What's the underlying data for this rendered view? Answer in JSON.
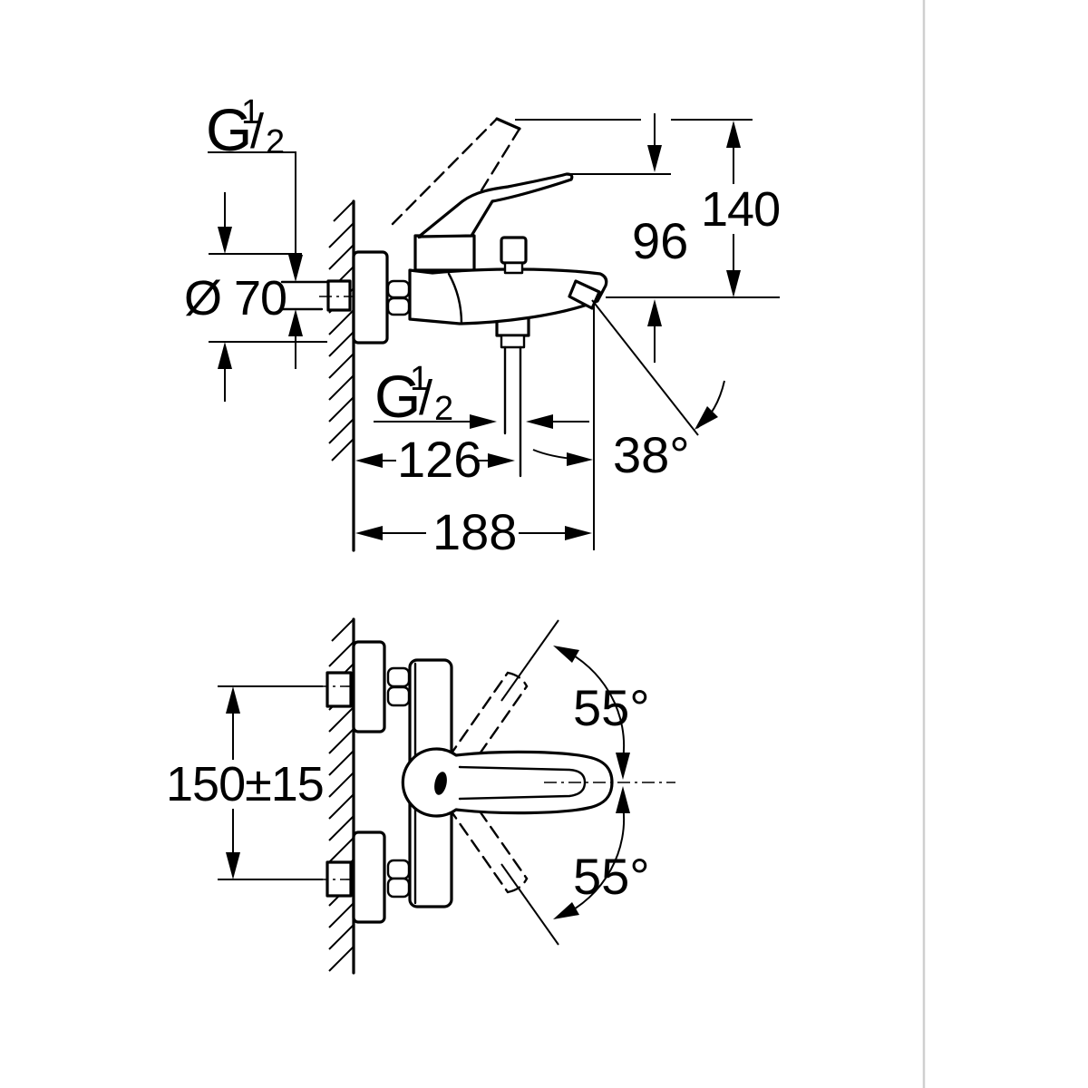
{
  "page": {
    "background": "#ffffff",
    "divider_color": "#cfcfcf",
    "line_color": "#000000",
    "description": "Technical dimension drawing of a wall-mounted single-lever bath mixer tap, side elevation and plan view"
  },
  "side_view": {
    "name": "side elevation",
    "dim_thread_inlet": {
      "g": "G",
      "numerator": "1",
      "fraction_slash": "/",
      "denominator": "2"
    },
    "dim_flange_diameter": "Ø 70",
    "dim_handle_height": "96",
    "dim_overall_height": "140",
    "dim_hose_thread": {
      "g": "G",
      "numerator": "1",
      "fraction_slash": "/",
      "denominator": "2"
    },
    "dim_hose_center_reach": "126",
    "dim_spray_angle": "38°",
    "dim_overall_reach": "188"
  },
  "plan_view": {
    "name": "plan view",
    "dim_inlet_spacing": "150±15",
    "dim_handle_swing_upper": "55°",
    "dim_handle_swing_lower": "55°"
  }
}
